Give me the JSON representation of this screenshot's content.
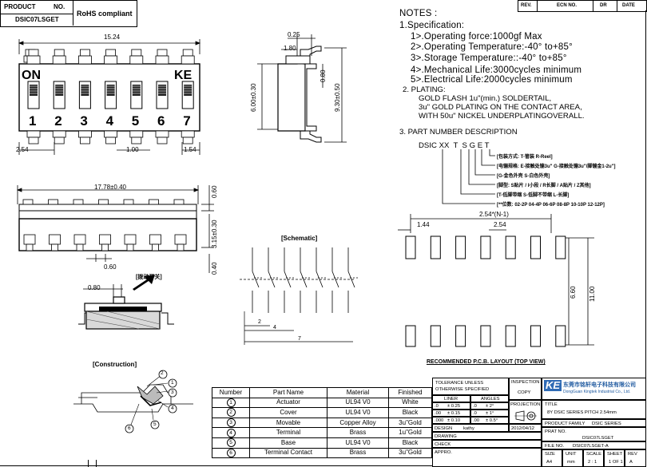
{
  "header": {
    "product_label": "PRODUCT",
    "no_label": "NO.",
    "rohs": "RoHS compliant",
    "model": "DSIC07LSGET",
    "rev_cols": [
      "REV.",
      "ECN NO.",
      "DR",
      "DATE"
    ]
  },
  "notes": {
    "title": "NOTES :",
    "spec_title": "1.Specification:",
    "spec_items": [
      "1>.Operating force:1000gf Max",
      "2>.Operating Temperature:-40° to+85°",
      "3>.Storage Temperature::-40° to+85°",
      "4>.Mechanical Life:3000cycles minimum",
      "5>.Electrical Life:2000cycles minimum"
    ],
    "plating_title": "2. PLATING:",
    "plating_lines": [
      "GOLD FLASH 1u\"(min.) SOLDERTAIL,",
      "3u\" GOLD PLATING  ON THE CONTACT AREA,",
      "WITH 50u\" NICKEL UNDERPLATINGOVERALL."
    ],
    "pn_title": "3. PART NUMBER DESCRIPTION",
    "pn_code": "DSIC XX  T  S G E T",
    "pn_lines": [
      "[包装方式: T-管装  R-Reel]",
      "[电镚规格: E-接触处镚3u\" G-接触处镚3u\"/脚镚金1-2u\"]",
      "[G-金色外壳  S-白色外壳]",
      "[脚型: S贴片 / I小段 / R长脚 / A贴片 / Z其他]",
      "[T-低脚带缩  S-低脚不带缩  L-长脚]",
      "[**位数: 02-2P 04-4P 06-6P 08-8P 10-10P 12-12P]"
    ]
  },
  "top_view": {
    "dim_width": "15.24",
    "label_on": "ON",
    "label_ke": "KE",
    "positions": [
      "1",
      "2",
      "3",
      "4",
      "5",
      "6",
      "7"
    ],
    "dim_pitch": "2.54",
    "dim_slot": "1.00",
    "dim_edge": "1.54"
  },
  "side_view": {
    "dim_top": "0.25",
    "dim_step": "1.80",
    "dim_h": "6.00±0.30",
    "dim_lead": "0.80",
    "dim_total": "9.30±0.50"
  },
  "front_view": {
    "dim_len": "17.78±0.40",
    "dim_top": "0.60",
    "dim_height": "3.15±0.30",
    "dim_lead": "0.60",
    "dim_foot": "0.40"
  },
  "detail": {
    "dim": "0.80",
    "label": "[拨动开关]"
  },
  "construction": {
    "title": "[Construction]",
    "callouts": [
      "1",
      "2",
      "3",
      "4",
      "5",
      "6"
    ]
  },
  "schematic": {
    "title": "[Schematic]",
    "dim_a": "2",
    "dim_b": "4",
    "dim_c": "7"
  },
  "pcb": {
    "dim_total": "2.54*(N-1)",
    "dim_edge": "1.44",
    "dim_pitch": "2.54",
    "dim_pad": "6.60",
    "dim_span": "11.00",
    "caption": "RECOMMENDED P.C.B. LAYOUT (TOP VIEW)"
  },
  "bom": {
    "headers": [
      "Number",
      "Part Name",
      "Material",
      "Finished"
    ],
    "rows": [
      {
        "num": "1",
        "part": "Actuator",
        "mat": "UL94  V0",
        "fin": "White"
      },
      {
        "num": "2",
        "part": "Cover",
        "mat": "UL94  V0",
        "fin": "Black"
      },
      {
        "num": "3",
        "part": "Movable",
        "mat": "Copper  Alloy",
        "fin": "3u\"Gold"
      },
      {
        "num": "4",
        "part": "Terminal",
        "mat": "Brass",
        "fin": "1u\"Gold"
      },
      {
        "num": "5",
        "part": "Base",
        "mat": "UL94  V0",
        "fin": "Black"
      },
      {
        "num": "6",
        "part": "Terminal  Contact",
        "mat": "Brass",
        "fin": "3u\"Gold"
      }
    ]
  },
  "titleblock": {
    "tol_title": "TOLERANCE UNLESS OTHERWISE SPECIFIED",
    "liner": "LINER",
    "angles": "ANGLES",
    "tol_rows": [
      [
        ".0",
        "± 0.25",
        ".0",
        "± 2°"
      ],
      [
        ".00",
        "± 0.15",
        ".0",
        "± 1°"
      ],
      [
        ".000",
        "± 0.10",
        ".00",
        "± 0.5°"
      ]
    ],
    "inspection": "INSPECTION",
    "copy": "COPY",
    "projection": "PROJECTION",
    "design": "DESIGN",
    "drawer": "kathy",
    "date": "2012/04/12",
    "drawing": "DRAWING",
    "check": "CHECK",
    "approved": "APPRO.",
    "company_logo": "KE",
    "company_cn": "东莞市铭轩电子科技有限公司",
    "company_en": "DongGuan Kingtek Industrial Co., Ltd.",
    "title_label": "TITLE",
    "title_value": "8Y DSIC SERIES PITCH 2.54mm",
    "family_label": "PRODUCT FAMILY",
    "family_value": "DSIC SERIES",
    "prat_label": "PRAT NO.",
    "prat_value": "DSIC07LSGET",
    "file_label": "FILE NO.",
    "file_value": "DSIC07LSGET-A",
    "foot_labels": [
      "SIZE",
      "UNIT",
      "SCALE",
      "SHEET",
      "REV"
    ],
    "foot_values": [
      "A4",
      "mm",
      "2 : 1",
      "1 OF 1",
      "A"
    ]
  }
}
